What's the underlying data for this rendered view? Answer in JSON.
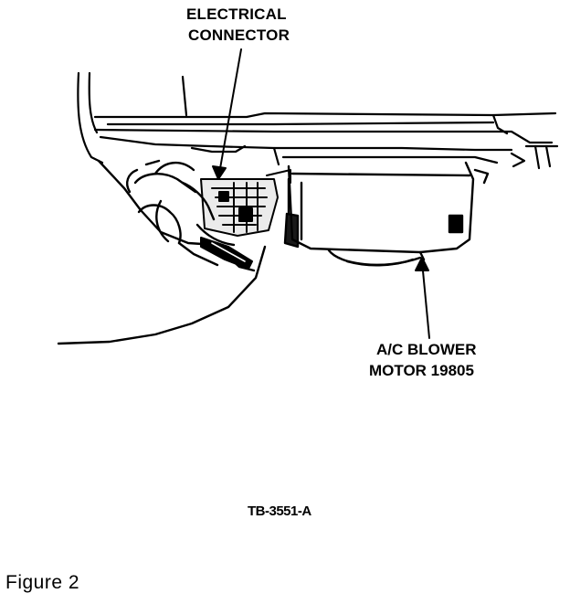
{
  "labels": {
    "connector_line1": "ELECTRICAL",
    "connector_line2": "CONNECTOR",
    "motor_line1": "A/C BLOWER",
    "motor_line2": "MOTOR 19805",
    "reference": "TB-3551-A",
    "figure": "Figure 2"
  },
  "colors": {
    "ink": "#000000",
    "paper": "#ffffff"
  }
}
